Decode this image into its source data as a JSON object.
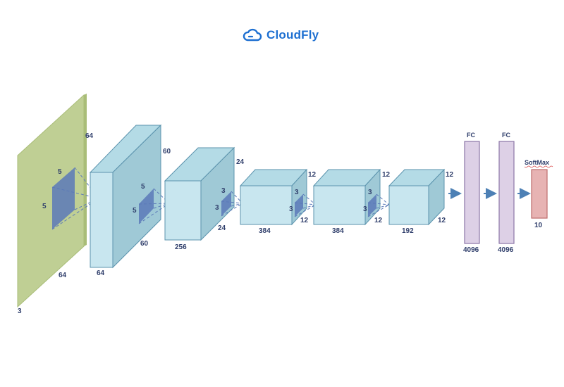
{
  "brand": {
    "name": "CloudFly",
    "color": "#1d6fd1"
  },
  "colors": {
    "input": "#bfcf94",
    "input_edge": "#a9bd78",
    "block_front": "#c8e6ef",
    "block_top": "#b4dbe6",
    "block_side": "#9fc9d6",
    "block_stroke": "#5b93ad",
    "filter": "#5b79b8",
    "fc": "#ddd0e6",
    "fc_stroke": "#8b76a6",
    "softmax": "#e7b3b3",
    "softmax_stroke": "#bf6b6b",
    "label": "#2f3e6b",
    "arrow": "#4d80b5"
  },
  "input_layer": {
    "width": "64",
    "height": "64",
    "depth": "3"
  },
  "filter1": {
    "w": "5",
    "h": "5"
  },
  "conv1": {
    "width": "60",
    "height": "60",
    "channels": "64"
  },
  "filter2": {
    "w": "5",
    "h": "5"
  },
  "conv2": {
    "width": "24",
    "height": "24",
    "channels": "256"
  },
  "filter3": {
    "w": "3",
    "h": "3"
  },
  "conv3": {
    "width": "12",
    "height": "12",
    "channels": "384"
  },
  "filter4": {
    "w": "3",
    "h": "3"
  },
  "conv4": {
    "width": "12",
    "height": "12",
    "channels": "384"
  },
  "filter5": {
    "w": "3",
    "h": "3"
  },
  "conv5": {
    "width": "12",
    "height": "12",
    "channels": "192"
  },
  "fc1": {
    "title": "FC",
    "units": "4096"
  },
  "fc2": {
    "title": "FC",
    "units": "4096"
  },
  "softmax": {
    "title": "SoftMax",
    "units": "10"
  }
}
